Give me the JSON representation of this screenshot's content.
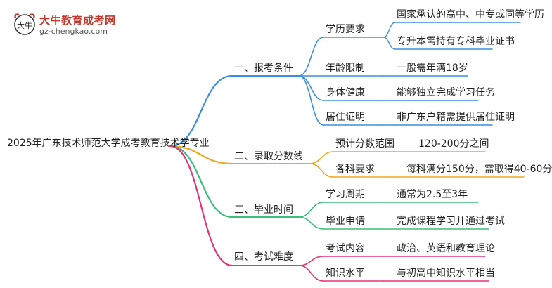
{
  "logo": {
    "title": "大牛教育成考网",
    "url": "gz-chengkao.com",
    "mark_text": "大牛"
  },
  "colors": {
    "blue": "#3a8fe0",
    "orange": "#f0a81e",
    "green": "#3cbf7a",
    "pink": "#e3347a"
  },
  "mindmap": {
    "root": "2025年广东技术师范大学成考教育技术学专业",
    "branches": [
      {
        "label": "一、报考条件",
        "items": [
          {
            "label": "学历要求",
            "values": [
              "国家承认的高中、中专或同等学历",
              "专升本需持有专科毕业证书"
            ]
          },
          {
            "label": "年龄限制",
            "values": [
              "一般需年满18岁"
            ]
          },
          {
            "label": "身体健康",
            "values": [
              "能够独立完成学习任务"
            ]
          },
          {
            "label": "居住证明",
            "values": [
              "非广东户籍需提供居住证明"
            ]
          }
        ]
      },
      {
        "label": "二、录取分数线",
        "items": [
          {
            "label": "预计分数范围",
            "values": [
              "120-200分之间"
            ]
          },
          {
            "label": "各科要求",
            "values": [
              "每科满分150分，需取得40-60分"
            ]
          }
        ]
      },
      {
        "label": "三、毕业时间",
        "items": [
          {
            "label": "学习周期",
            "values": [
              "通常为2.5至3年"
            ]
          },
          {
            "label": "毕业申请",
            "values": [
              "完成课程学习并通过考试"
            ]
          }
        ]
      },
      {
        "label": "四、考试难度",
        "items": [
          {
            "label": "考试内容",
            "values": [
              "政治、英语和教育理论"
            ]
          },
          {
            "label": "知识水平",
            "values": [
              "与初高中知识水平相当"
            ]
          }
        ]
      }
    ]
  }
}
